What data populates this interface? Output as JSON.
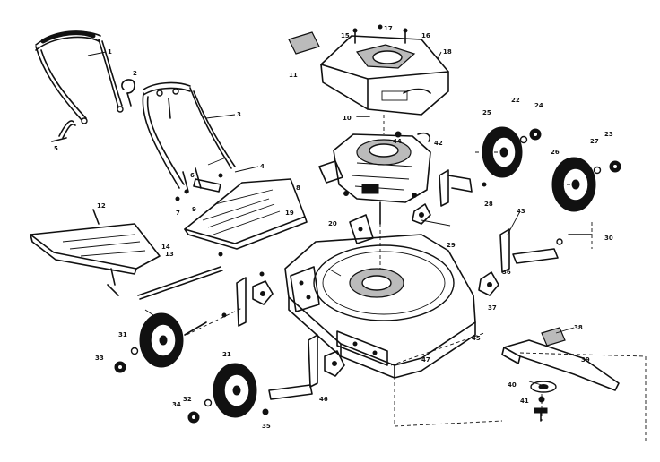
{
  "diagram": {
    "callouts": [
      {
        "id": "c1",
        "text": "1"
      },
      {
        "id": "c2",
        "text": "2"
      },
      {
        "id": "c3",
        "text": "3"
      },
      {
        "id": "c4",
        "text": "4"
      },
      {
        "id": "c5",
        "text": "5"
      },
      {
        "id": "c6",
        "text": "6"
      },
      {
        "id": "c7",
        "text": "7"
      },
      {
        "id": "c8",
        "text": "8"
      },
      {
        "id": "c9",
        "text": "9"
      },
      {
        "id": "c10",
        "text": "10"
      },
      {
        "id": "c11",
        "text": "11"
      },
      {
        "id": "c12",
        "text": "12"
      },
      {
        "id": "c13",
        "text": "13"
      },
      {
        "id": "c14",
        "text": "14"
      },
      {
        "id": "c15",
        "text": "15"
      },
      {
        "id": "c16",
        "text": "16"
      },
      {
        "id": "c17",
        "text": "17"
      },
      {
        "id": "c18",
        "text": "18"
      },
      {
        "id": "c19",
        "text": "19"
      },
      {
        "id": "c20",
        "text": "20"
      },
      {
        "id": "c21",
        "text": "21"
      },
      {
        "id": "c22",
        "text": "22"
      },
      {
        "id": "c23",
        "text": "23"
      },
      {
        "id": "c24",
        "text": "24"
      },
      {
        "id": "c25",
        "text": "25"
      },
      {
        "id": "c26",
        "text": "26"
      },
      {
        "id": "c27",
        "text": "27"
      },
      {
        "id": "c28",
        "text": "28"
      },
      {
        "id": "c29",
        "text": "29"
      },
      {
        "id": "c30",
        "text": "30"
      },
      {
        "id": "c31",
        "text": "31"
      },
      {
        "id": "c32",
        "text": "32"
      },
      {
        "id": "c33",
        "text": "33"
      },
      {
        "id": "c34",
        "text": "34"
      },
      {
        "id": "c35",
        "text": "35"
      },
      {
        "id": "c36",
        "text": "36"
      },
      {
        "id": "c37",
        "text": "37"
      },
      {
        "id": "c38",
        "text": "38"
      },
      {
        "id": "c39",
        "text": "39"
      },
      {
        "id": "c40",
        "text": "40"
      },
      {
        "id": "c41",
        "text": "41"
      },
      {
        "id": "c42",
        "text": "42"
      },
      {
        "id": "c43",
        "text": "43"
      },
      {
        "id": "c44",
        "text": "44"
      },
      {
        "id": "c45",
        "text": "45"
      },
      {
        "id": "c46",
        "text": "46"
      },
      {
        "id": "c47",
        "text": "47"
      }
    ]
  }
}
